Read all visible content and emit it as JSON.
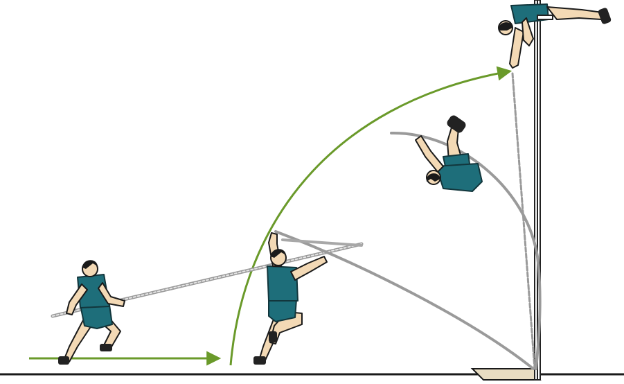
{
  "colors": {
    "background": "#ffffff",
    "arrow": "#6a9a2a",
    "kit": "#1e6e7a",
    "skin": "#f3d9b5",
    "ground": "#1a1a1a",
    "box": "#e8dcc2",
    "pole": "#9a9a9a",
    "uprights": "#222222"
  },
  "figure": {
    "phases": [
      "approach",
      "takeoff",
      "swing",
      "clearance"
    ],
    "arrows": [
      "run-up",
      "trajectory"
    ]
  }
}
